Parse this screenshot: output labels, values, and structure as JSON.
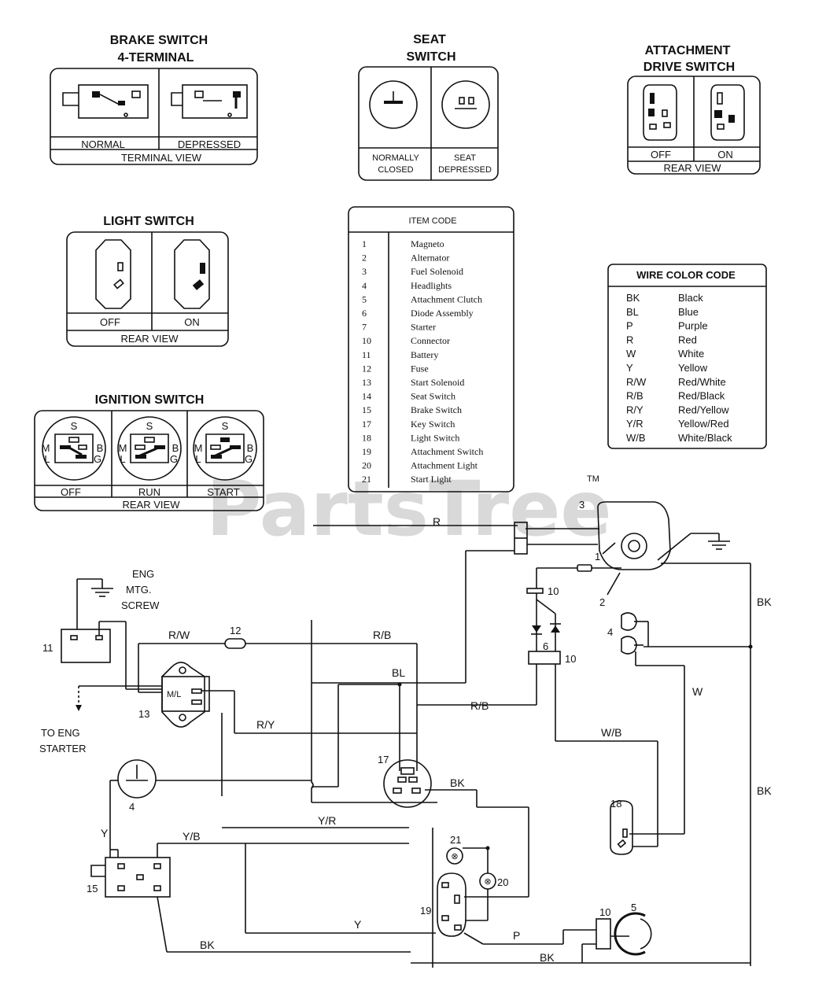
{
  "panels": {
    "brake_switch": {
      "title1": "BRAKE SWITCH",
      "title2": "4-TERMINAL",
      "left": "NORMAL",
      "right": "DEPRESSED",
      "footer": "TERMINAL VIEW"
    },
    "seat_switch": {
      "title1": "SEAT",
      "title2": "SWITCH",
      "left1": "NORMALLY",
      "left2": "CLOSED",
      "right1": "SEAT",
      "right2": "DEPRESSED"
    },
    "attachment_switch": {
      "title1": "ATTACHMENT",
      "title2": "DRIVE SWITCH",
      "left": "OFF",
      "right": "ON",
      "footer": "REAR VIEW"
    },
    "light_switch": {
      "title": "LIGHT SWITCH",
      "left": "OFF",
      "right": "ON",
      "footer": "REAR VIEW"
    },
    "ignition_switch": {
      "title": "IGNITION SWITCH",
      "a": "OFF",
      "b": "RUN",
      "c": "START",
      "footer": "REAR VIEW",
      "terminals": {
        "s": "S",
        "m": "M",
        "l": "L",
        "b": "B",
        "g": "G"
      }
    }
  },
  "item_code": {
    "title": "ITEM CODE",
    "items": [
      {
        "num": "1",
        "name": "Magneto"
      },
      {
        "num": "2",
        "name": "Alternator"
      },
      {
        "num": "3",
        "name": "Fuel Solenoid"
      },
      {
        "num": "4",
        "name": "Headlights"
      },
      {
        "num": "5",
        "name": "Attachment Clutch"
      },
      {
        "num": "6",
        "name": "Diode Assembly"
      },
      {
        "num": "7",
        "name": "Starter"
      },
      {
        "num": "10",
        "name": "Connector"
      },
      {
        "num": "11",
        "name": "Battery"
      },
      {
        "num": "12",
        "name": "Fuse"
      },
      {
        "num": "13",
        "name": "Start Solenoid"
      },
      {
        "num": "14",
        "name": "Seat Switch"
      },
      {
        "num": "15",
        "name": "Brake Switch"
      },
      {
        "num": "17",
        "name": "Key Switch"
      },
      {
        "num": "18",
        "name": "Light Switch"
      },
      {
        "num": "19",
        "name": "Attachment Switch"
      },
      {
        "num": "20",
        "name": "Attachment Light"
      },
      {
        "num": "21",
        "name": "Start Light"
      }
    ]
  },
  "wire_color_code": {
    "title": "WIRE COLOR CODE",
    "items": [
      {
        "code": "BK",
        "name": "Black"
      },
      {
        "code": "BL",
        "name": "Blue"
      },
      {
        "code": "P",
        "name": "Purple"
      },
      {
        "code": "R",
        "name": "Red"
      },
      {
        "code": "W",
        "name": "White"
      },
      {
        "code": "Y",
        "name": "Yellow"
      },
      {
        "code": "R/W",
        "name": "Red/White"
      },
      {
        "code": "R/B",
        "name": "Red/Black"
      },
      {
        "code": "R/Y",
        "name": "Red/Yellow"
      },
      {
        "code": "Y/R",
        "name": "Yellow/Red"
      },
      {
        "code": "W/B",
        "name": "White/Black"
      }
    ]
  },
  "watermark": {
    "text": "PartsTree",
    "tm": "TM"
  },
  "schematic": {
    "eng1": "ENG",
    "eng2": "MTG.",
    "eng3": "SCREW",
    "starter1": "TO ENG",
    "starter2": "STARTER",
    "wires": {
      "r": "R",
      "rw": "R/W",
      "rb_top": "R/B",
      "bl": "BL",
      "rb_mid": "R/B",
      "ry": "R/Y",
      "bk_right": "BK",
      "w": "W",
      "wb": "W/B",
      "bk_mid": "BK",
      "yr": "Y/R",
      "yb": "Y/B",
      "y_left": "Y",
      "y_bottom": "Y",
      "p": "P",
      "bk_low": "BK",
      "bk_bottom": "BK",
      "bk_right_low": "BK"
    },
    "nums": {
      "n1": "1",
      "n2": "2",
      "n3": "3",
      "n4a": "4",
      "n4b": "4",
      "n5": "5",
      "n6": "6",
      "n10a": "10",
      "n10b": "10",
      "n10c": "10",
      "n11": "11",
      "n12": "12",
      "n13": "13",
      "n15": "15",
      "n17": "17",
      "n18": "18",
      "n19": "19",
      "n20": "20",
      "n21": "21"
    }
  }
}
